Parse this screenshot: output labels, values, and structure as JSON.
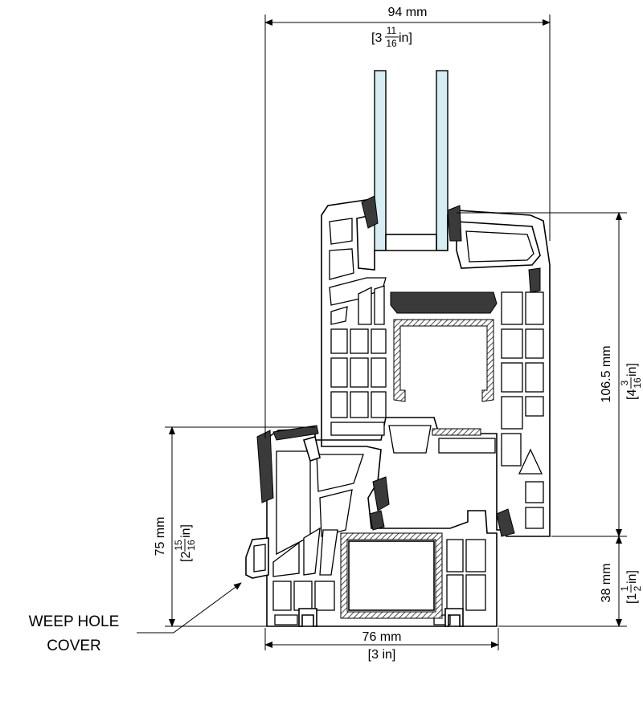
{
  "dimensions": {
    "overall_width": {
      "metric": "94 mm",
      "imperial_whole": "[3",
      "imperial_num": "11",
      "imperial_den": "16",
      "imperial_unit": " in]"
    },
    "sash_height": {
      "metric": "106.5 mm",
      "imperial_whole": "[4",
      "imperial_num": "3",
      "imperial_den": "16",
      "imperial_unit": " in]"
    },
    "frame_height": {
      "metric": "75 mm",
      "imperial_whole": "[2",
      "imperial_num": "15",
      "imperial_den": "16",
      "imperial_unit": " in]"
    },
    "frame_overlap": {
      "metric": "38 mm",
      "imperial_whole": "[1",
      "imperial_num": "1",
      "imperial_den": "2",
      "imperial_unit": " in]"
    },
    "frame_width": {
      "metric": "76 mm",
      "imperial": "[3 in]"
    }
  },
  "callout": {
    "line1": "WEEP HOLE",
    "line2": "COVER"
  },
  "colors": {
    "glass": "#d6eef3",
    "seal": "#3a3a3a",
    "line": "#000000"
  }
}
